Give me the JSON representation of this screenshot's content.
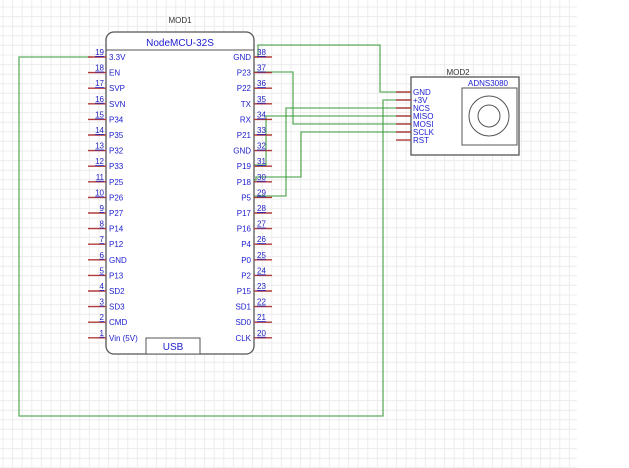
{
  "mod1": {
    "ref": "MOD1",
    "title": "NodeMCU-32S",
    "usb_label": "USB",
    "left_pins": [
      {
        "num": "19",
        "label": "3.3V"
      },
      {
        "num": "18",
        "label": "EN"
      },
      {
        "num": "17",
        "label": "SVP"
      },
      {
        "num": "16",
        "label": "SVN"
      },
      {
        "num": "15",
        "label": "P34"
      },
      {
        "num": "14",
        "label": "P35"
      },
      {
        "num": "13",
        "label": "P32"
      },
      {
        "num": "12",
        "label": "P33"
      },
      {
        "num": "11",
        "label": "P25"
      },
      {
        "num": "10",
        "label": "P26"
      },
      {
        "num": "9",
        "label": "P27"
      },
      {
        "num": "8",
        "label": "P14"
      },
      {
        "num": "7",
        "label": "P12"
      },
      {
        "num": "6",
        "label": "GND"
      },
      {
        "num": "5",
        "label": "P13"
      },
      {
        "num": "4",
        "label": "SD2"
      },
      {
        "num": "3",
        "label": "SD3"
      },
      {
        "num": "2",
        "label": "CMD"
      },
      {
        "num": "1",
        "label": "Vin (5V)"
      }
    ],
    "right_pins": [
      {
        "num": "38",
        "label": "GND"
      },
      {
        "num": "37",
        "label": "P23"
      },
      {
        "num": "36",
        "label": "P22"
      },
      {
        "num": "35",
        "label": "TX"
      },
      {
        "num": "34",
        "label": "RX"
      },
      {
        "num": "33",
        "label": "P21"
      },
      {
        "num": "32",
        "label": "GND"
      },
      {
        "num": "31",
        "label": "P19"
      },
      {
        "num": "30",
        "label": "P18"
      },
      {
        "num": "29",
        "label": "P5"
      },
      {
        "num": "28",
        "label": "P17"
      },
      {
        "num": "27",
        "label": "P16"
      },
      {
        "num": "26",
        "label": "P4"
      },
      {
        "num": "25",
        "label": "P0"
      },
      {
        "num": "24",
        "label": "P2"
      },
      {
        "num": "23",
        "label": "P15"
      },
      {
        "num": "22",
        "label": "SD1"
      },
      {
        "num": "21",
        "label": "SD0"
      },
      {
        "num": "20",
        "label": "CLK"
      }
    ]
  },
  "mod2": {
    "ref": "MOD2",
    "title": "ADNS3080",
    "pins": [
      "GND",
      "+3V",
      "NCS",
      "MISO",
      "MOSI",
      "SCLK",
      "RST"
    ]
  },
  "connections": [
    {
      "from": "MOD1.GND(38)",
      "to": "MOD2.GND"
    },
    {
      "from": "MOD1.P23(37)",
      "to": "MOD2.MOSI"
    },
    {
      "from": "MOD1.P19(31)",
      "to": "MOD2.MISO"
    },
    {
      "from": "MOD1.P18(30)",
      "to": "MOD2.SCLK"
    },
    {
      "from": "MOD1.P5(29)",
      "to": "MOD2.NCS"
    },
    {
      "from": "MOD1.3.3V(19)",
      "to": "MOD2.+3V"
    }
  ],
  "colors": {
    "wire": "#3a9a3a",
    "pin": "#b03a3a",
    "label": "#2020d0"
  }
}
